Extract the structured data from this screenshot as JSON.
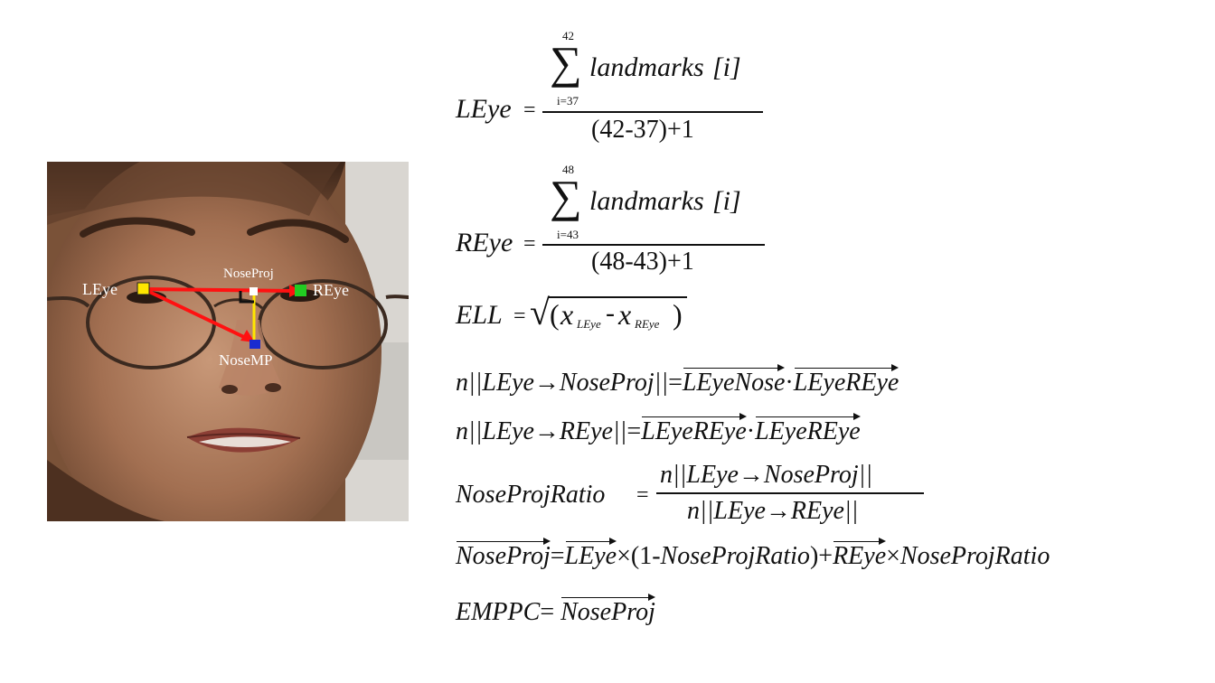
{
  "figure": {
    "labels": {
      "left_eye": "LEye",
      "right_eye": "REye",
      "nose_proj": "NoseProj",
      "nose_mp": "NoseMP"
    },
    "colors": {
      "left_eye_marker": "#ffe600",
      "right_eye_marker": "#22cc22",
      "nose_marker": "#1a2bd0",
      "vectors": "#ff1111",
      "projection_line": "#ffe600",
      "right_angle": "#111111"
    }
  },
  "equations": {
    "leye": {
      "lhs": "LEye",
      "eq": "=",
      "sum_upper": "42",
      "sum_lower": "i=37",
      "sum_symbol": "∑",
      "num_text": "landmarks",
      "num_index": "[i]",
      "den": "(42-37)+1"
    },
    "reye": {
      "lhs": "REye",
      "eq": "=",
      "sum_upper": "48",
      "sum_lower": "i=43",
      "sum_symbol": "∑",
      "num_text": "landmarks",
      "num_index": "[i]",
      "den": "(48-43)+1"
    },
    "ell": {
      "lhs": "ELL",
      "eq": "=",
      "root": "√",
      "open": "(",
      "x1": "x",
      "sub1": "LEye",
      "minus": "-",
      "x2": "x",
      "sub2": "REye",
      "close": ")"
    },
    "n1": {
      "lhs": "n||LEye→NoseProj||",
      "eq": "=",
      "v1": "LEyeNose",
      "dot": "·",
      "v2": "LEyeREye"
    },
    "n2": {
      "lhs": "n||LEye→REye||",
      "eq": "=",
      "v1": "LEyeREye",
      "dot": "·",
      "v2": "LEyeREye"
    },
    "ratio": {
      "lhs": "NoseProjRatio",
      "eq": "=",
      "num": "n||LEye→NoseProj||",
      "den": "n||LEye→REye||"
    },
    "proj": {
      "lhs": "NoseProj",
      "eq": "=",
      "v1": "LEye",
      "times1": "×",
      "open": "(1-",
      "mid": "NoseProjRatio",
      "close": ")+",
      "v2": "REye",
      "times2": "×",
      "tail": "NoseProjRatio"
    },
    "empp": {
      "lhs": "EMPPC",
      "eq": "=",
      "v": "NoseProj"
    }
  }
}
